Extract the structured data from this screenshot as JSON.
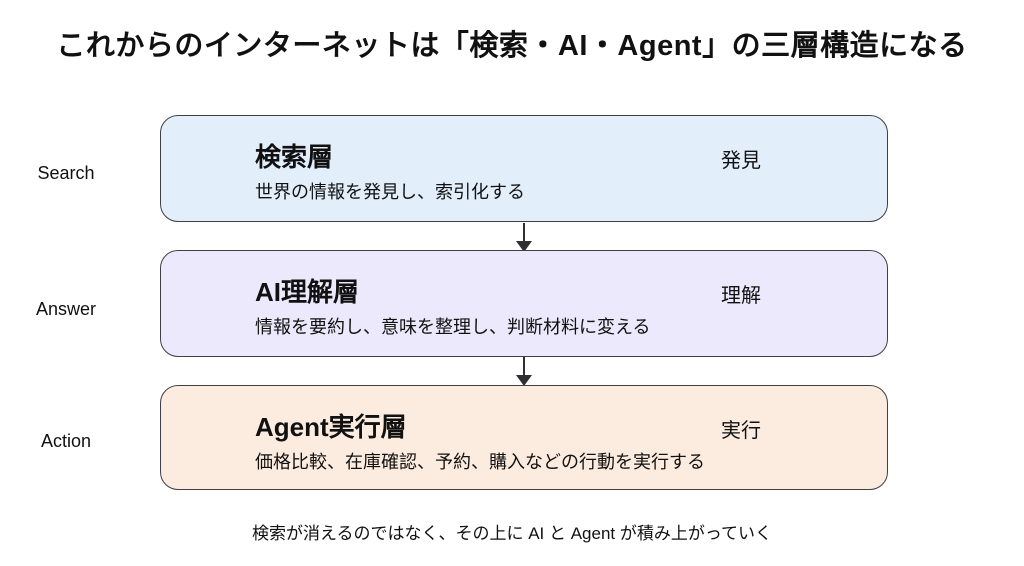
{
  "title": "これからのインターネットは「検索・AI・Agent」の三層構造になる",
  "layers": [
    {
      "side_label": "Search",
      "heading": "検索層",
      "tag": "発見",
      "description": "世界の情報を発見し、索引化する",
      "bg_color": "#e3eefb"
    },
    {
      "side_label": "Answer",
      "heading": "AI理解層",
      "tag": "理解",
      "description": "情報を要約し、意味を整理し、判断材料に変える",
      "bg_color": "#ede9fc"
    },
    {
      "side_label": "Action",
      "heading": "Agent実行層",
      "tag": "実行",
      "description": "価格比較、在庫確認、予約、購入などの行動を実行する",
      "bg_color": "#fcecdf"
    }
  ],
  "footnote": "検索が消えるのではなく、その上に AI と Agent が積み上がっていく",
  "colors": {
    "background": "#ffffff",
    "border": "#3f3f46",
    "arrow": "#2f2f33",
    "text": "#111111"
  }
}
